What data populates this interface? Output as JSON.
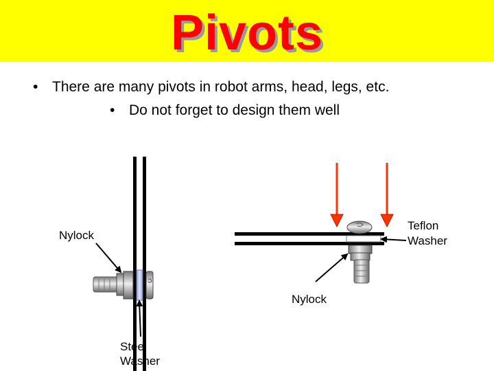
{
  "title": "Pivots",
  "bullets": [
    "There are many pivots in robot arms, head, legs, etc.",
    "Do not forget to design them well"
  ],
  "bullet_symbol": "•",
  "labels": {
    "nylock_left": "Nylock",
    "steel_washer_1": "Steel",
    "steel_washer_2": "Washer",
    "nylock_right": "Nylock",
    "teflon_washer_1": "Teflon",
    "teflon_washer_2": "Washer"
  },
  "colors": {
    "title_band": "#ffff00",
    "title_text": "#ff0000",
    "force_arrow": "#ff3300"
  }
}
